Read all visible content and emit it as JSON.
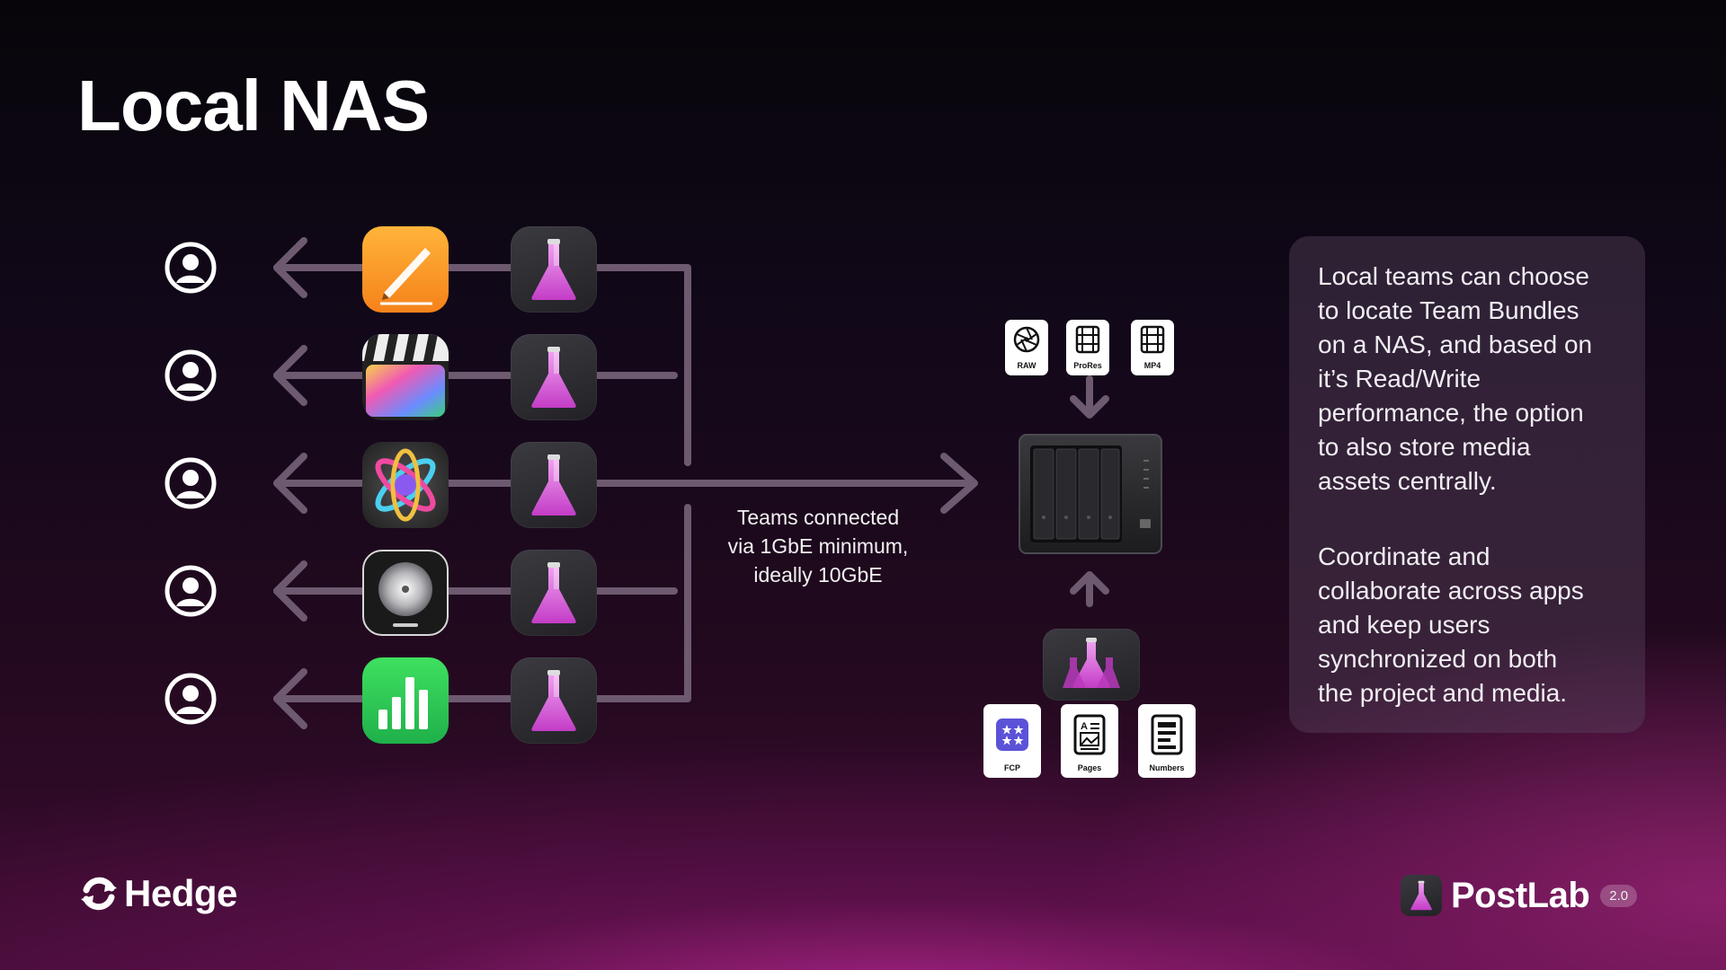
{
  "title": "Local NAS",
  "caption": {
    "lines": [
      "Teams connected",
      "via 1GbE minimum,",
      "ideally 10GbE"
    ]
  },
  "panel": {
    "paragraph1": [
      "Local teams can choose",
      "to locate Team Bundles",
      "on a NAS, and based on",
      "it’s Read/Write",
      "performance, the option",
      "to also store media",
      "assets centrally."
    ],
    "paragraph2": [
      "Coordinate and",
      "collaborate across apps",
      "and keep users",
      "synchronized on both",
      "the project and media."
    ]
  },
  "media_files": [
    {
      "label": "RAW",
      "icon": "aperture-icon"
    },
    {
      "label": "ProRes",
      "icon": "film-icon"
    },
    {
      "label": "MP4",
      "icon": "film-icon"
    }
  ],
  "project_files": [
    {
      "label": "FCP",
      "icon": "fcp-project-icon"
    },
    {
      "label": "Pages",
      "icon": "pages-document-icon"
    },
    {
      "label": "Numbers",
      "icon": "numbers-document-icon"
    }
  ],
  "rows": [
    {
      "user_icon": "user-icon",
      "app_icon": "pages-app-icon",
      "postlab_icon": "postlab-flask-icon"
    },
    {
      "user_icon": "user-icon",
      "app_icon": "final-cut-pro-app-icon",
      "postlab_icon": "postlab-flask-icon"
    },
    {
      "user_icon": "user-icon",
      "app_icon": "motion-app-icon",
      "postlab_icon": "postlab-flask-icon"
    },
    {
      "user_icon": "user-icon",
      "app_icon": "logic-pro-app-icon",
      "postlab_icon": "postlab-flask-icon"
    },
    {
      "user_icon": "user-icon",
      "app_icon": "numbers-app-icon",
      "postlab_icon": "postlab-flask-icon"
    }
  ],
  "footer": {
    "hedge": "Hedge",
    "postlab": "PostLab",
    "version": "2.0"
  },
  "colors": {
    "connector": "#6d5a70",
    "accent": "#d94fd0"
  }
}
